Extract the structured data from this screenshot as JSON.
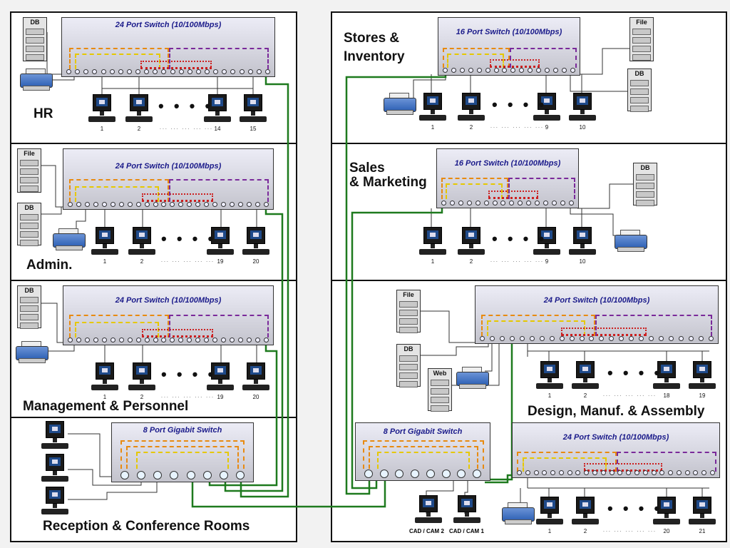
{
  "switches": {
    "hr": "24 Port Switch (10/100Mbps)",
    "admin": "24 Port Switch (10/100Mbps)",
    "mgmt": "24 Port Switch (10/100Mbps)",
    "reception": "8 Port Gigabit Switch",
    "stores": "16 Port Switch (10/100Mbps)",
    "sales": "16 Port Switch (10/100Mbps)",
    "design_upper": "24 Port Switch (10/100Mbps)",
    "core": "8 Port Gigabit Switch",
    "design_lower": "24 Port Switch (10/100Mbps)"
  },
  "departments": {
    "hr": "HR",
    "admin": "Admin.",
    "mgmt": "Management & Personnel",
    "reception": "Reception & Conference Rooms",
    "stores": "Stores &\nInventory",
    "stores_line1": "Stores &",
    "stores_line2": "Inventory",
    "sales_line1": "Sales",
    "sales_line2": "& Marketing",
    "design": "Design, Manuf. & Assembly"
  },
  "servers": {
    "db": "DB",
    "file": "File",
    "web": "Web"
  },
  "pc_numbers": {
    "hr": [
      "1",
      "2",
      "14",
      "15"
    ],
    "admin": [
      "1",
      "2",
      "19",
      "20"
    ],
    "mgmt": [
      "1",
      "2",
      "19",
      "20"
    ],
    "stores": [
      "1",
      "2",
      "9",
      "10"
    ],
    "sales": [
      "1",
      "2",
      "9",
      "10"
    ],
    "design_upper": [
      "1",
      "2",
      "18",
      "19"
    ],
    "design_lower": [
      "1",
      "2",
      "20",
      "21"
    ]
  },
  "cad": [
    "CAD / CAM 2",
    "CAD / CAM 1"
  ],
  "ellipsis": "• • • •",
  "small_ellipsis": "...  ...  ...  ...  ...",
  "colors": {
    "link": "#1e7a1e",
    "vlan_orange": "#e88a10",
    "vlan_yellow": "#e6c800",
    "vlan_purple": "#7a2a9a",
    "vlan_red": "#cc2020",
    "title_blue": "#1a1a8a"
  }
}
